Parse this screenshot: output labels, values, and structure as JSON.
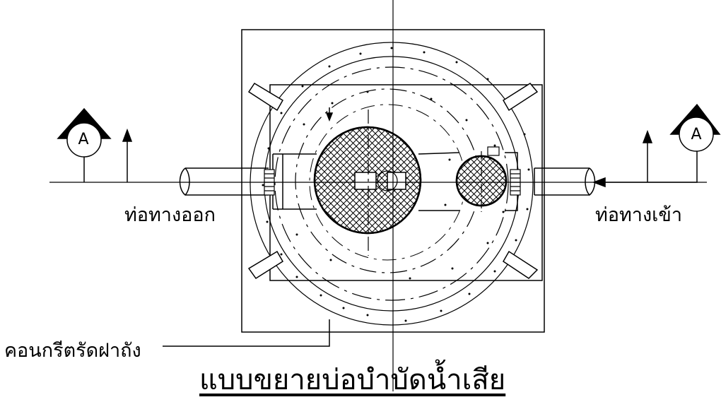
{
  "labels": {
    "outlet_pipe": "ท่อทางออก",
    "inlet_pipe": "ท่อทางเข้า",
    "concrete_strap": "คอนกรีตรัดฝาถัง",
    "title": "แบบขยายบ่อบำบัดน้ำเสีย"
  },
  "section_markers": {
    "left": "A",
    "right": "A"
  },
  "colors": {
    "line": "#000000",
    "background": "#ffffff"
  }
}
